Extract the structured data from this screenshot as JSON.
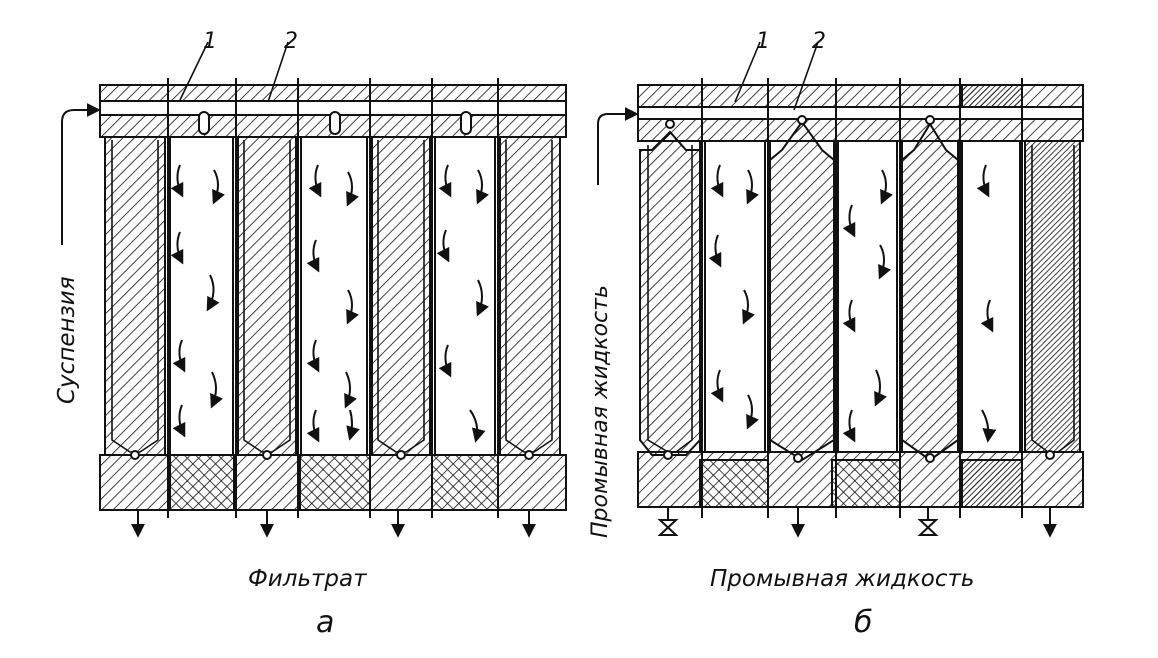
{
  "labels": {
    "feed_a": "Суспензия",
    "filtrate_a": "Фильтрат",
    "panel_a": "а",
    "wash_in_b": "Промывная жидкость",
    "wash_out_b": "Промывная жидкость",
    "panel_b": "б",
    "callout_1": "1",
    "callout_2": "2"
  },
  "colors": {
    "ink": "#111111",
    "paper": "#ffffff"
  }
}
